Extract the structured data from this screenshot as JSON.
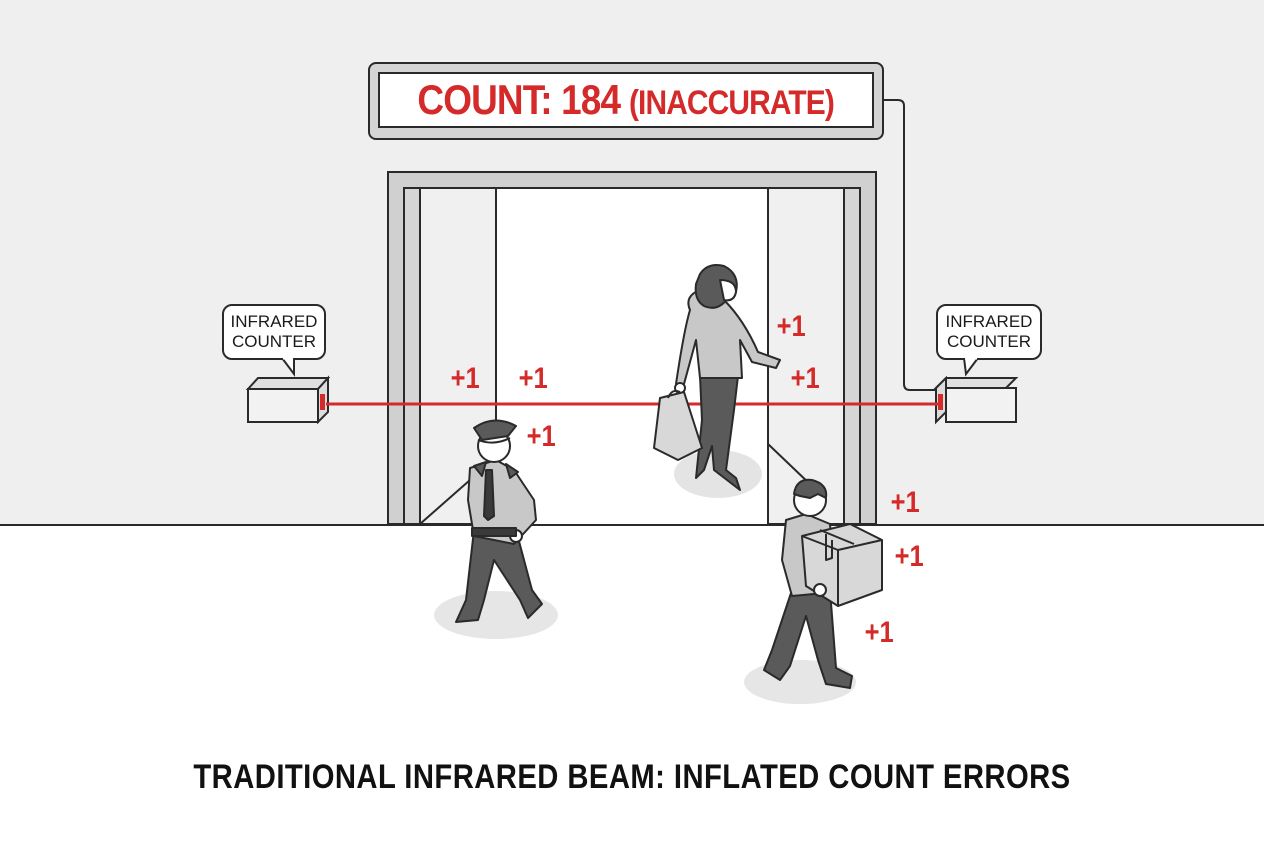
{
  "display": {
    "count_label": "COUNT: 184",
    "status_label": "(INACCURATE)",
    "count_value": 184
  },
  "sensors": {
    "left": {
      "line1": "INFRARED",
      "line2": "COUNTER"
    },
    "right": {
      "line1": "INFRARED",
      "line2": "COUNTER"
    }
  },
  "increments": [
    {
      "label": "+1",
      "near": "left-door-panel"
    },
    {
      "label": "+1",
      "near": "left-door-edge"
    },
    {
      "label": "+1",
      "near": "security-guard"
    },
    {
      "label": "+1",
      "near": "shopper-hand"
    },
    {
      "label": "+1",
      "near": "shopper-beam"
    },
    {
      "label": "+1",
      "near": "box-carrier-head"
    },
    {
      "label": "+1",
      "near": "box"
    },
    {
      "label": "+1",
      "near": "box-carrier-legs"
    }
  ],
  "figures": [
    "security-guard",
    "woman-with-shopping-bag",
    "man-carrying-box"
  ],
  "caption": "TRADITIONAL INFRARED BEAM: INFLATED COUNT ERRORS",
  "colors": {
    "accent_red": "#d42a2a",
    "wall": "#efefef",
    "floor": "#ffffff",
    "outline": "#2a2a2a",
    "figure_light": "#c8c8c8",
    "figure_dark": "#5a5a5a"
  }
}
